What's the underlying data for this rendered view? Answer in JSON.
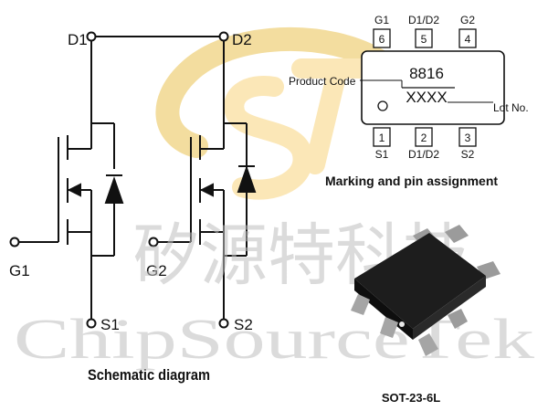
{
  "schematic": {
    "caption": "Schematic diagram",
    "pins": {
      "d1": "D1",
      "d2": "D2",
      "g1": "G1",
      "g2": "G2",
      "s1": "S1",
      "s2": "S2"
    }
  },
  "marking": {
    "caption": "Marking and pin assignment",
    "top_pins": [
      {
        "name": "G1",
        "num": "6"
      },
      {
        "name": "D1/D2",
        "num": "5"
      },
      {
        "name": "G2",
        "num": "4"
      }
    ],
    "bottom_pins": [
      {
        "name": "S1",
        "num": "1"
      },
      {
        "name": "D1/D2",
        "num": "2"
      },
      {
        "name": "S2",
        "num": "3"
      }
    ],
    "product_code_label": "Product Code",
    "product_code": "8816",
    "lot_label": "Lot No.",
    "lot_code": "XXXX"
  },
  "package": {
    "caption": "SOT-23-6L"
  },
  "watermark": {
    "cjk": "矽源特科技",
    "latin": "ChipSourceTek"
  },
  "colors": {
    "line": "#111111",
    "logo_ring": "#f3dc9a",
    "logo_letter": "#fbe6b4",
    "watermark": "#bdbdbd",
    "chip_body": "#1d1d1d",
    "chip_lead": "#9b9b9b"
  }
}
